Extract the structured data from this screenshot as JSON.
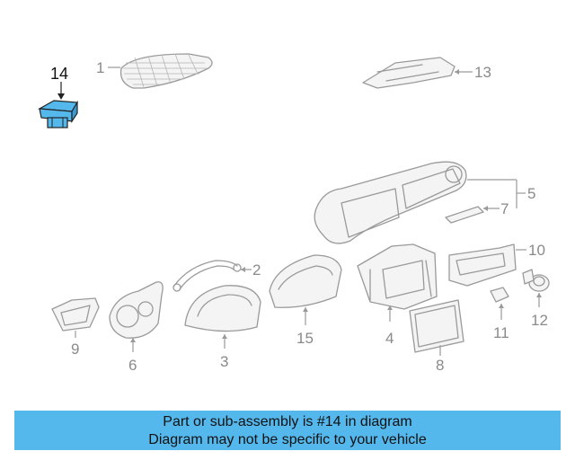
{
  "diagram": {
    "highlighted_part": "14",
    "callouts": {
      "p1": "1",
      "p2": "2",
      "p3": "3",
      "p4": "4",
      "p5": "5",
      "p6": "6",
      "p7": "7",
      "p8": "8",
      "p9": "9",
      "p10": "10",
      "p11": "11",
      "p12": "12",
      "p13": "13",
      "p14": "14",
      "p15": "15"
    },
    "colors": {
      "highlight": "#55b8ec",
      "line": "#9a9a9a"
    }
  },
  "banner": {
    "line1": "Part or sub-assembly is #14 in diagram",
    "line2": "Diagram may not be specific to your vehicle",
    "color": "#55b8ec"
  }
}
